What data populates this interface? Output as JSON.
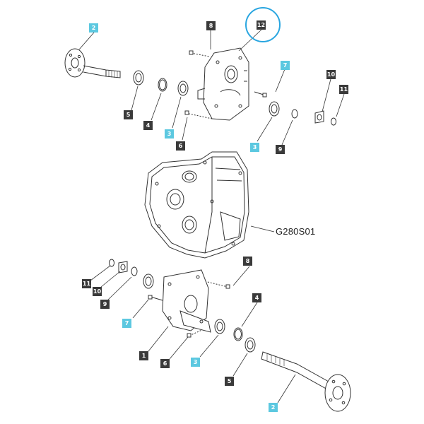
{
  "diagram_code": "G280S01",
  "highlight_color": "#2aa6e0",
  "label_colors": {
    "dark": "#3a3a3a",
    "cyan": "#5cc8e0"
  },
  "callouts": [
    {
      "id": "c-2-top",
      "text": "2",
      "style": "cyan"
    },
    {
      "id": "c-8-top",
      "text": "8",
      "style": "dark"
    },
    {
      "id": "c-12",
      "text": "12",
      "style": "dark"
    },
    {
      "id": "c-7-top",
      "text": "7",
      "style": "cyan"
    },
    {
      "id": "c-10-top",
      "text": "10",
      "style": "dark"
    },
    {
      "id": "c-11-top",
      "text": "11",
      "style": "dark"
    },
    {
      "id": "c-5-top",
      "text": "5",
      "style": "dark"
    },
    {
      "id": "c-4-top",
      "text": "4",
      "style": "dark"
    },
    {
      "id": "c-3-top-left",
      "text": "3",
      "style": "cyan"
    },
    {
      "id": "c-6-top",
      "text": "6",
      "style": "dark"
    },
    {
      "id": "c-3-top-right",
      "text": "3",
      "style": "cyan"
    },
    {
      "id": "c-9-top",
      "text": "9",
      "style": "dark"
    },
    {
      "id": "c-8-bottom",
      "text": "8",
      "style": "dark"
    },
    {
      "id": "c-11-bottom",
      "text": "11",
      "style": "dark"
    },
    {
      "id": "c-10-bottom",
      "text": "10",
      "style": "dark"
    },
    {
      "id": "c-9-bottom",
      "text": "9",
      "style": "dark"
    },
    {
      "id": "c-4-bottom",
      "text": "4",
      "style": "dark"
    },
    {
      "id": "c-7-bottom",
      "text": "7",
      "style": "cyan"
    },
    {
      "id": "c-1",
      "text": "1",
      "style": "dark"
    },
    {
      "id": "c-6-bottom",
      "text": "6",
      "style": "dark"
    },
    {
      "id": "c-3-bottom",
      "text": "3",
      "style": "cyan"
    },
    {
      "id": "c-5-bottom",
      "text": "5",
      "style": "dark"
    },
    {
      "id": "c-2-bottom",
      "text": "2",
      "style": "cyan"
    }
  ]
}
